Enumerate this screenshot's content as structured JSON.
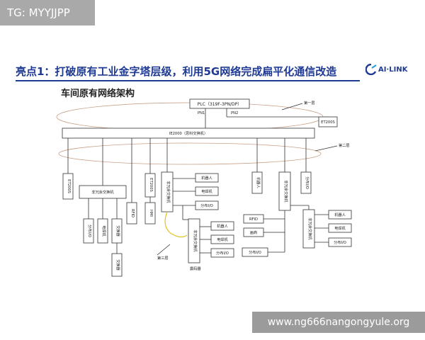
{
  "watermark_top": "TG: MYYJJPP",
  "watermark_bottom": "www.ng666nangongyule.org",
  "slide_title": "亮点1：打破原有工业金字塔层级，利用5G网络完成扁平化通信改造",
  "logo_text": "AI·LINK",
  "subtitle": "车间原有网络架构",
  "diagram": {
    "plc": "PLC（319F-3PN/DP）",
    "pn1": "PN1",
    "pn2": "PN2",
    "layer1": "第一层",
    "layer2": "第二层",
    "layer3": "第三层",
    "et200s": "ET200S",
    "main_switch": "IE2000（思科交换机）",
    "left_et200s": "ET200S",
    "non_redundant_switch": "非冗余交换机",
    "dist_io": "分布I/O",
    "welder": "电焊机",
    "conveyor": "交换器",
    "conveyor2": "交换器",
    "rfid": "RFID",
    "hmi": "HMI",
    "et200s_2": "ET200S",
    "non_redundant_switch_v": "非冗余交换机",
    "robot": "机器人",
    "welder2": "电焊机",
    "dist_io2": "分布I/O",
    "non_redundant_switch_v2": "非冗余交换机",
    "robot2": "机器人",
    "welder3": "电焊机",
    "dist_io3": "分布I/O",
    "tag_bottom": "震码器",
    "robot_v": "机器人",
    "non_redundant_switch_v3": "非冗余交换机",
    "rfid2": "RFID",
    "cabinet": "画肩",
    "dist_io4": "分布I/O",
    "dist_io_v": "分布I/O",
    "non_redundant_switch_v4": "非冗余交换机",
    "robot3": "机器人",
    "welder4": "电焊机",
    "dist_io5": "分布I/O"
  }
}
